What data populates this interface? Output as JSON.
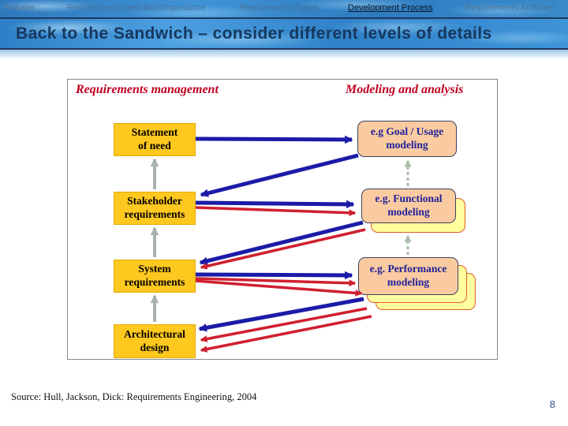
{
  "nav": {
    "items": [
      {
        "label": "Failures",
        "active": false
      },
      {
        "label": "Requirements Definition/Importance",
        "active": false
      },
      {
        "label": "Requirements Types",
        "active": false
      },
      {
        "label": "Development Process",
        "active": true
      },
      {
        "label": "Requirements Activities",
        "active": false
      }
    ]
  },
  "header": {
    "title": "Back to the Sandwich – consider different levels of details"
  },
  "diagram": {
    "left_header": "Requirements management",
    "right_header": "Modeling and analysis",
    "left_boxes": [
      {
        "label": "Statement\nof need"
      },
      {
        "label": "Stakeholder\nrequirements"
      },
      {
        "label": "System\nrequirements"
      },
      {
        "label": "Architectural\ndesign"
      }
    ],
    "right_boxes": [
      {
        "label": "e.g Goal / Usage\nmodeling"
      },
      {
        "label": "e.g. Functional\nmodeling"
      },
      {
        "label": "e.g. Performance\nmodeling"
      }
    ]
  },
  "footer": {
    "source": "Source: Hull, Jackson, Dick: Requirements Engineering, 2004",
    "page_number": "8"
  },
  "colors": {
    "requirements_box_fill": "#FFC81E",
    "modeling_box_fill": "#FACBA0",
    "modeling_shadow_fill": "#FFFF9E",
    "modeling_shadow_border": "#E05A28",
    "blue_arrow": "#1B1BA8",
    "red_arrow": "#CF2030",
    "gray_arrow": "#A9B2B2",
    "dashed_arrow": "#A9BDA9",
    "column_header_red": "#C00020",
    "title_navy": "#17375E"
  }
}
